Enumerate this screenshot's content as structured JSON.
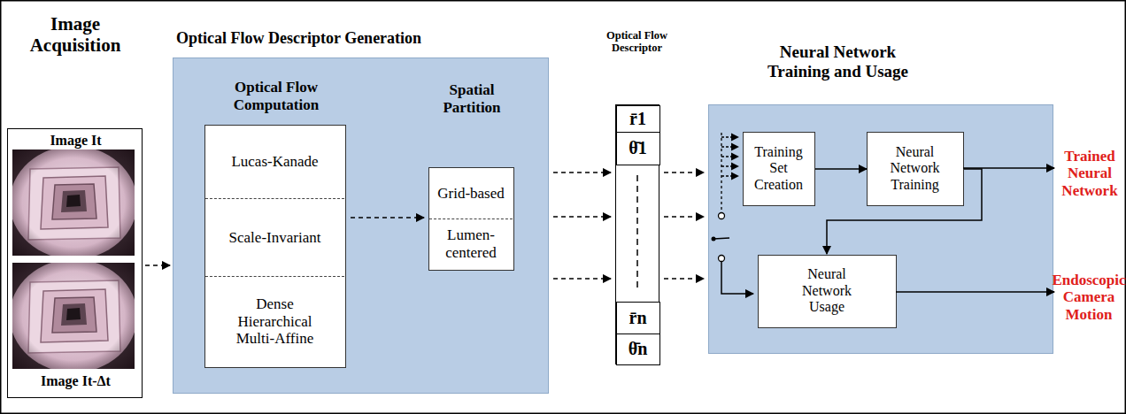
{
  "diagram": {
    "nodes": [
      {
        "text": [
          "Image Acquisition"
        ]
      },
      {
        "text": [
          "Image It"
        ],
        "in": 0
      },
      {
        "text": [
          "Image It-Δt"
        ],
        "in": 0
      },
      {
        "text": [
          "Optical Flow Descriptor Generation"
        ]
      },
      {
        "text": [
          "Optical Flow Computation",
          "Lucas-Kanade",
          "Scale-Invariant",
          "Dense Hierarchical Multi-Affine"
        ],
        "in": 3
      },
      {
        "text": [
          "Spatial Partition",
          "Grid-based",
          "Lumen-centered"
        ],
        "in": 3
      },
      {
        "text": [
          "Optical Flow Descriptor"
        ]
      },
      {
        "text": [
          "r̄1"
        ],
        "in": 6
      },
      {
        "text": [
          "θ̄1"
        ],
        "in": 6
      },
      {
        "text": [
          "r̄n"
        ],
        "in": 6
      },
      {
        "text": [
          "θ̄n"
        ],
        "in": 6
      },
      {
        "text": [
          "Neural Network Training and Usage"
        ]
      },
      {
        "text": [
          "Training Set Creation"
        ],
        "in": 11
      },
      {
        "text": [
          "Neural Network Training"
        ],
        "in": 11
      },
      {
        "text": [
          "Neural Network Usage"
        ],
        "in": 11
      }
    ],
    "edges": [
      {
        "from": 0,
        "to": 3,
        "arrow": "to"
      },
      {
        "from": 4,
        "to": 5,
        "arrow": "to"
      },
      {
        "from": 3,
        "to": 6,
        "arrow": "to"
      },
      {
        "from": 3,
        "to": 6,
        "arrow": "to"
      },
      {
        "from": 3,
        "to": 6,
        "arrow": "to"
      },
      {
        "from": 6,
        "to": 11,
        "arrow": "to"
      },
      {
        "from": 6,
        "to": 11,
        "arrow": "to"
      },
      {
        "from": 6,
        "to": 11,
        "arrow": "to"
      },
      {
        "from": 12,
        "to": 13,
        "arrow": "to"
      },
      {
        "from": 13,
        "to": 14,
        "arrow": "to"
      }
    ],
    "labels": [
      "Trained Neural Network",
      "Endoscopic Camera Motion"
    ]
  }
}
